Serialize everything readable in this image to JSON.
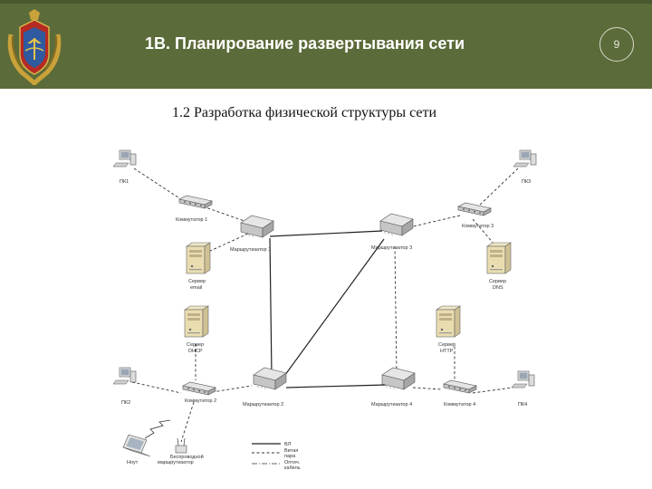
{
  "header": {
    "title": "1В. Планирование развертывания сети",
    "page_number": "9"
  },
  "subtitle": "1.2 Разработка физической структуры сети",
  "diagram": {
    "devices": {
      "pc1": "ПК1",
      "pc2": "ПК2",
      "pc3": "ПК3",
      "pc4": "ПК4",
      "switch1": "Коммутатор 1",
      "switch2": "Коммутатор 2",
      "switch3": "Коммутатор 3",
      "switch4": "Коммутатор 4",
      "router1": "Маршрутизатор 1",
      "router2": "Маршрутизатор 2",
      "router3": "Маршрутизатор 3",
      "router4": "Маршрутизатор 4",
      "server_email_1": "Сервер",
      "server_email_2": "email",
      "server_dhcp_1": "Сервер",
      "server_dhcp_2": "DHCP",
      "server_dns_1": "Сервер",
      "server_dns_2": "DNS",
      "server_http_1": "Сервер",
      "server_http_2": "HTTP",
      "wireless_router_1": "Беспроводной",
      "wireless_router_2": "маршрутизатор",
      "laptop": "Ноут"
    },
    "legend": {
      "line1": "ВЛ",
      "line2a": "Витая",
      "line2b": "пара",
      "line3a": "Оптич.",
      "line3b": "кабель"
    }
  }
}
